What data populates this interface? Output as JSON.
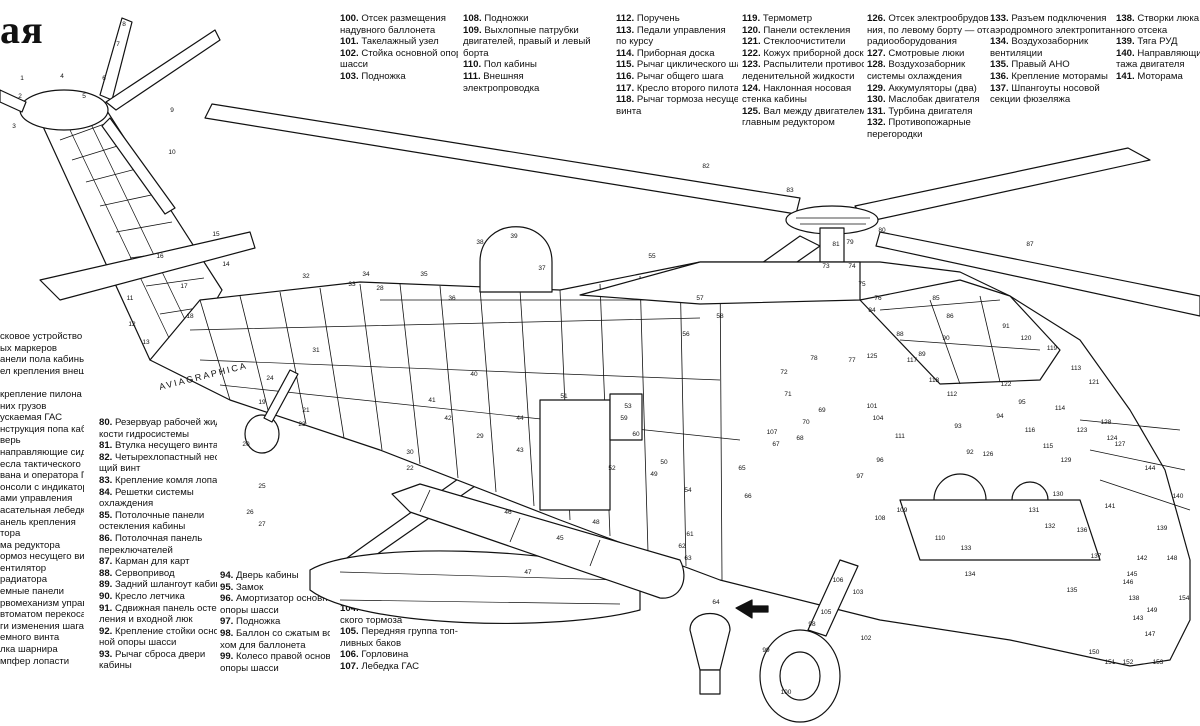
{
  "title": "ая",
  "signature": "AVIAGRAPHICA",
  "legend_columns": [
    {
      "id": "col-100",
      "items": [
        {
          "n": "100.",
          "t": "Отсек размещения"
        },
        {
          "n": "",
          "t": "надувного баллонета"
        },
        {
          "n": "101.",
          "t": "Такелажный узел"
        },
        {
          "n": "102.",
          "t": "Стойка основной опоры"
        },
        {
          "n": "",
          "t": "шасси"
        },
        {
          "n": "103.",
          "t": "Подножка"
        }
      ]
    },
    {
      "id": "col-108",
      "items": [
        {
          "n": "108.",
          "t": "Подножки"
        },
        {
          "n": "109.",
          "t": "Выхлопные патрубки"
        },
        {
          "n": "",
          "t": "двигателей, правый и левый"
        },
        {
          "n": "",
          "t": "борта"
        },
        {
          "n": "110.",
          "t": "Пол кабины"
        },
        {
          "n": "111.",
          "t": "Внешняя"
        },
        {
          "n": "",
          "t": "электропроводка"
        }
      ]
    },
    {
      "id": "col-112",
      "items": [
        {
          "n": "112.",
          "t": "Поручень"
        },
        {
          "n": "113.",
          "t": "Педали управления"
        },
        {
          "n": "",
          "t": "по курсу"
        },
        {
          "n": "114.",
          "t": "Приборная доска"
        },
        {
          "n": "115.",
          "t": "Рычаг циклического шага"
        },
        {
          "n": "116.",
          "t": "Рычаг общего шага"
        },
        {
          "n": "117.",
          "t": "Кресло второго пилота"
        },
        {
          "n": "118.",
          "t": "Рычаг тормоза несущего"
        },
        {
          "n": "",
          "t": "винта"
        }
      ]
    },
    {
      "id": "col-119",
      "items": [
        {
          "n": "119.",
          "t": "Термометр"
        },
        {
          "n": "120.",
          "t": "Панели остекления"
        },
        {
          "n": "121.",
          "t": "Стеклоочистители"
        },
        {
          "n": "122.",
          "t": "Кожух приборной доски"
        },
        {
          "n": "123.",
          "t": "Распылители противооб-"
        },
        {
          "n": "",
          "t": "леденительной жидкости"
        },
        {
          "n": "124.",
          "t": "Наклонная носовая"
        },
        {
          "n": "",
          "t": "стенка кабины"
        },
        {
          "n": "125.",
          "t": "Вал между двигателем и"
        },
        {
          "n": "",
          "t": "главным редуктором"
        }
      ]
    },
    {
      "id": "col-126",
      "items": [
        {
          "n": "126.",
          "t": "Отсек электрообрудова-"
        },
        {
          "n": "",
          "t": "ния, по левому борту — отсек"
        },
        {
          "n": "",
          "t": "радиооборудования"
        },
        {
          "n": "127.",
          "t": "Смотровые люки"
        },
        {
          "n": "128.",
          "t": "Воздухозаборник"
        },
        {
          "n": "",
          "t": "системы охлаждения"
        },
        {
          "n": "129.",
          "t": "Аккумуляторы (два)"
        },
        {
          "n": "130.",
          "t": "Маслобак двигателя"
        },
        {
          "n": "131.",
          "t": "Турбина двигателя"
        },
        {
          "n": "132.",
          "t": "Противопожарные"
        },
        {
          "n": "",
          "t": "перегородки"
        }
      ]
    },
    {
      "id": "col-133",
      "items": [
        {
          "n": "133.",
          "t": "Разъем подключения"
        },
        {
          "n": "",
          "t": "аэродромного электропитания"
        },
        {
          "n": "134.",
          "t": "Воздухозаборник"
        },
        {
          "n": "",
          "t": "вентиляции"
        },
        {
          "n": "135.",
          "t": "Правый АНО"
        },
        {
          "n": "136.",
          "t": "Крепление моторамы"
        },
        {
          "n": "137.",
          "t": "Шпангоуты носовой"
        },
        {
          "n": "",
          "t": "секции фюзеляжа"
        }
      ]
    },
    {
      "id": "col-138",
      "items": [
        {
          "n": "138.",
          "t": "Створки люка двигат"
        },
        {
          "n": "",
          "t": "ного отсека"
        },
        {
          "n": "139.",
          "t": "Тяга РУД"
        },
        {
          "n": "140.",
          "t": "Направляющие дв"
        },
        {
          "n": "",
          "t": "тажа двигателя"
        },
        {
          "n": "141.",
          "t": "Моторама"
        }
      ]
    },
    {
      "id": "col-80",
      "items": [
        {
          "n": "80.",
          "t": "Резервуар рабочей жид-"
        },
        {
          "n": "",
          "t": "кости гидросистемы"
        },
        {
          "n": "81.",
          "t": "Втулка несущего винта"
        },
        {
          "n": "82.",
          "t": "Четырехлопастный несу-"
        },
        {
          "n": "",
          "t": "щий винт"
        },
        {
          "n": "83.",
          "t": "Крепление комля лопасти"
        },
        {
          "n": "84.",
          "t": "Решетки системы"
        },
        {
          "n": "",
          "t": "охлаждения"
        },
        {
          "n": "85.",
          "t": "Потолочные панели"
        },
        {
          "n": "",
          "t": "остекления кабины"
        },
        {
          "n": "86.",
          "t": "Потолочная панель"
        },
        {
          "n": "",
          "t": "переключателей"
        },
        {
          "n": "87.",
          "t": "Карман для карт"
        },
        {
          "n": "88.",
          "t": "Сервопривод"
        },
        {
          "n": "89.",
          "t": "Задний шлангоут кабины"
        },
        {
          "n": "90.",
          "t": "Кресло летчика"
        },
        {
          "n": "91.",
          "t": "Сдвижная панель остек-"
        },
        {
          "n": "",
          "t": "ления и входной люк"
        },
        {
          "n": "92.",
          "t": "Крепление стойки основ-"
        },
        {
          "n": "",
          "t": "ной опоры шасси"
        },
        {
          "n": "93.",
          "t": "Рычаг сброса двери"
        },
        {
          "n": "",
          "t": "кабины"
        }
      ]
    },
    {
      "id": "col-94",
      "items": [
        {
          "n": "94.",
          "t": "Дверь кабины"
        },
        {
          "n": "95.",
          "t": "Замок"
        },
        {
          "n": "96.",
          "t": "Амортизатор основной"
        },
        {
          "n": "",
          "t": "опоры шасси"
        },
        {
          "n": "97.",
          "t": "Подножка"
        },
        {
          "n": "98.",
          "t": "Баллон со сжатым возду-"
        },
        {
          "n": "",
          "t": "хом для баллонета"
        },
        {
          "n": "99.",
          "t": "Колесо правой основной"
        },
        {
          "n": "",
          "t": "опоры шасси"
        }
      ]
    },
    {
      "id": "col-104",
      "items": [
        {
          "n": "104.",
          "t": "Магистраль гидравличе-"
        },
        {
          "n": "",
          "t": "ского тормоза"
        },
        {
          "n": "105.",
          "t": "Передняя группа топ-"
        },
        {
          "n": "",
          "t": "ливных баков"
        },
        {
          "n": "106.",
          "t": "Горловина"
        },
        {
          "n": "107.",
          "t": "Лебедка ГАС"
        }
      ]
    },
    {
      "id": "col-left",
      "items": [
        {
          "n": "",
          "t": "сковое устройство"
        },
        {
          "n": "",
          "t": "ых маркеров"
        },
        {
          "n": "",
          "t": "анели пола кабины"
        },
        {
          "n": "",
          "t": "ел крепления внешнего"
        },
        {
          "n": "",
          "t": ""
        },
        {
          "n": "",
          "t": "крепление пилона для"
        },
        {
          "n": "",
          "t": "них грузов"
        },
        {
          "n": "",
          "t": "ускаемая ГАС"
        },
        {
          "n": "",
          "t": "нструкция попа кабины"
        },
        {
          "n": "",
          "t": "верь"
        },
        {
          "n": "",
          "t": "направляющие сиденья"
        },
        {
          "n": "",
          "t": "есла тактического"
        },
        {
          "n": "",
          "t": "вана и оператора ГАС"
        },
        {
          "n": "",
          "t": "онсоли с индикаторами"
        },
        {
          "n": "",
          "t": "ами управления"
        },
        {
          "n": "",
          "t": "асательная лебедка"
        },
        {
          "n": "",
          "t": "анель крепления"
        },
        {
          "n": "",
          "t": "тора"
        },
        {
          "n": "",
          "t": "ма редуктора"
        },
        {
          "n": "",
          "t": "ормоз несущего винта"
        },
        {
          "n": "",
          "t": "ентилятор"
        },
        {
          "n": "",
          "t": "радиатора"
        },
        {
          "n": "",
          "t": "емные панели"
        },
        {
          "n": "",
          "t": "рвомеханизм управле-"
        },
        {
          "n": "",
          "t": "втоматом перекоса"
        },
        {
          "n": "",
          "t": "ги изменения шага"
        },
        {
          "n": "",
          "t": "емного винта"
        },
        {
          "n": "",
          "t": "лка шарнира"
        },
        {
          "n": "",
          "t": "мпфер лопасти"
        }
      ]
    }
  ],
  "callouts": [
    "1",
    "2",
    "3",
    "4",
    "5",
    "6",
    "7",
    "8",
    "9",
    "10",
    "11",
    "12",
    "13",
    "14",
    "15",
    "16",
    "17",
    "18",
    "19",
    "20",
    "21",
    "22",
    "23",
    "24",
    "25",
    "26",
    "27",
    "28",
    "29",
    "30",
    "31",
    "32",
    "33",
    "34",
    "35",
    "36",
    "37",
    "38",
    "39",
    "40",
    "41",
    "42",
    "43",
    "44",
    "45",
    "46",
    "47",
    "48",
    "49",
    "50",
    "51",
    "52",
    "53",
    "54",
    "55",
    "56",
    "57",
    "58",
    "59",
    "60",
    "61",
    "62",
    "63",
    "64",
    "65",
    "66",
    "67",
    "68",
    "69",
    "70",
    "71",
    "72",
    "73",
    "74",
    "75",
    "76",
    "77",
    "78",
    "79",
    "80",
    "81",
    "82",
    "83",
    "84",
    "85",
    "86",
    "87",
    "88",
    "89",
    "90",
    "91",
    "92",
    "93",
    "94",
    "95",
    "96",
    "97",
    "98",
    "99",
    "100",
    "101",
    "102",
    "103",
    "104",
    "105",
    "106",
    "107",
    "108",
    "109",
    "110",
    "111",
    "112",
    "113",
    "114",
    "115",
    "116",
    "117",
    "118",
    "119",
    "120",
    "121",
    "122",
    "123",
    "124",
    "125",
    "126",
    "127",
    "128",
    "129",
    "130",
    "131",
    "132",
    "133",
    "134",
    "135",
    "136",
    "137",
    "138",
    "139",
    "140",
    "141",
    "142",
    "143",
    "144",
    "145",
    "146",
    "147",
    "148",
    "149",
    "150",
    "151",
    "152",
    "153",
    "154"
  ]
}
